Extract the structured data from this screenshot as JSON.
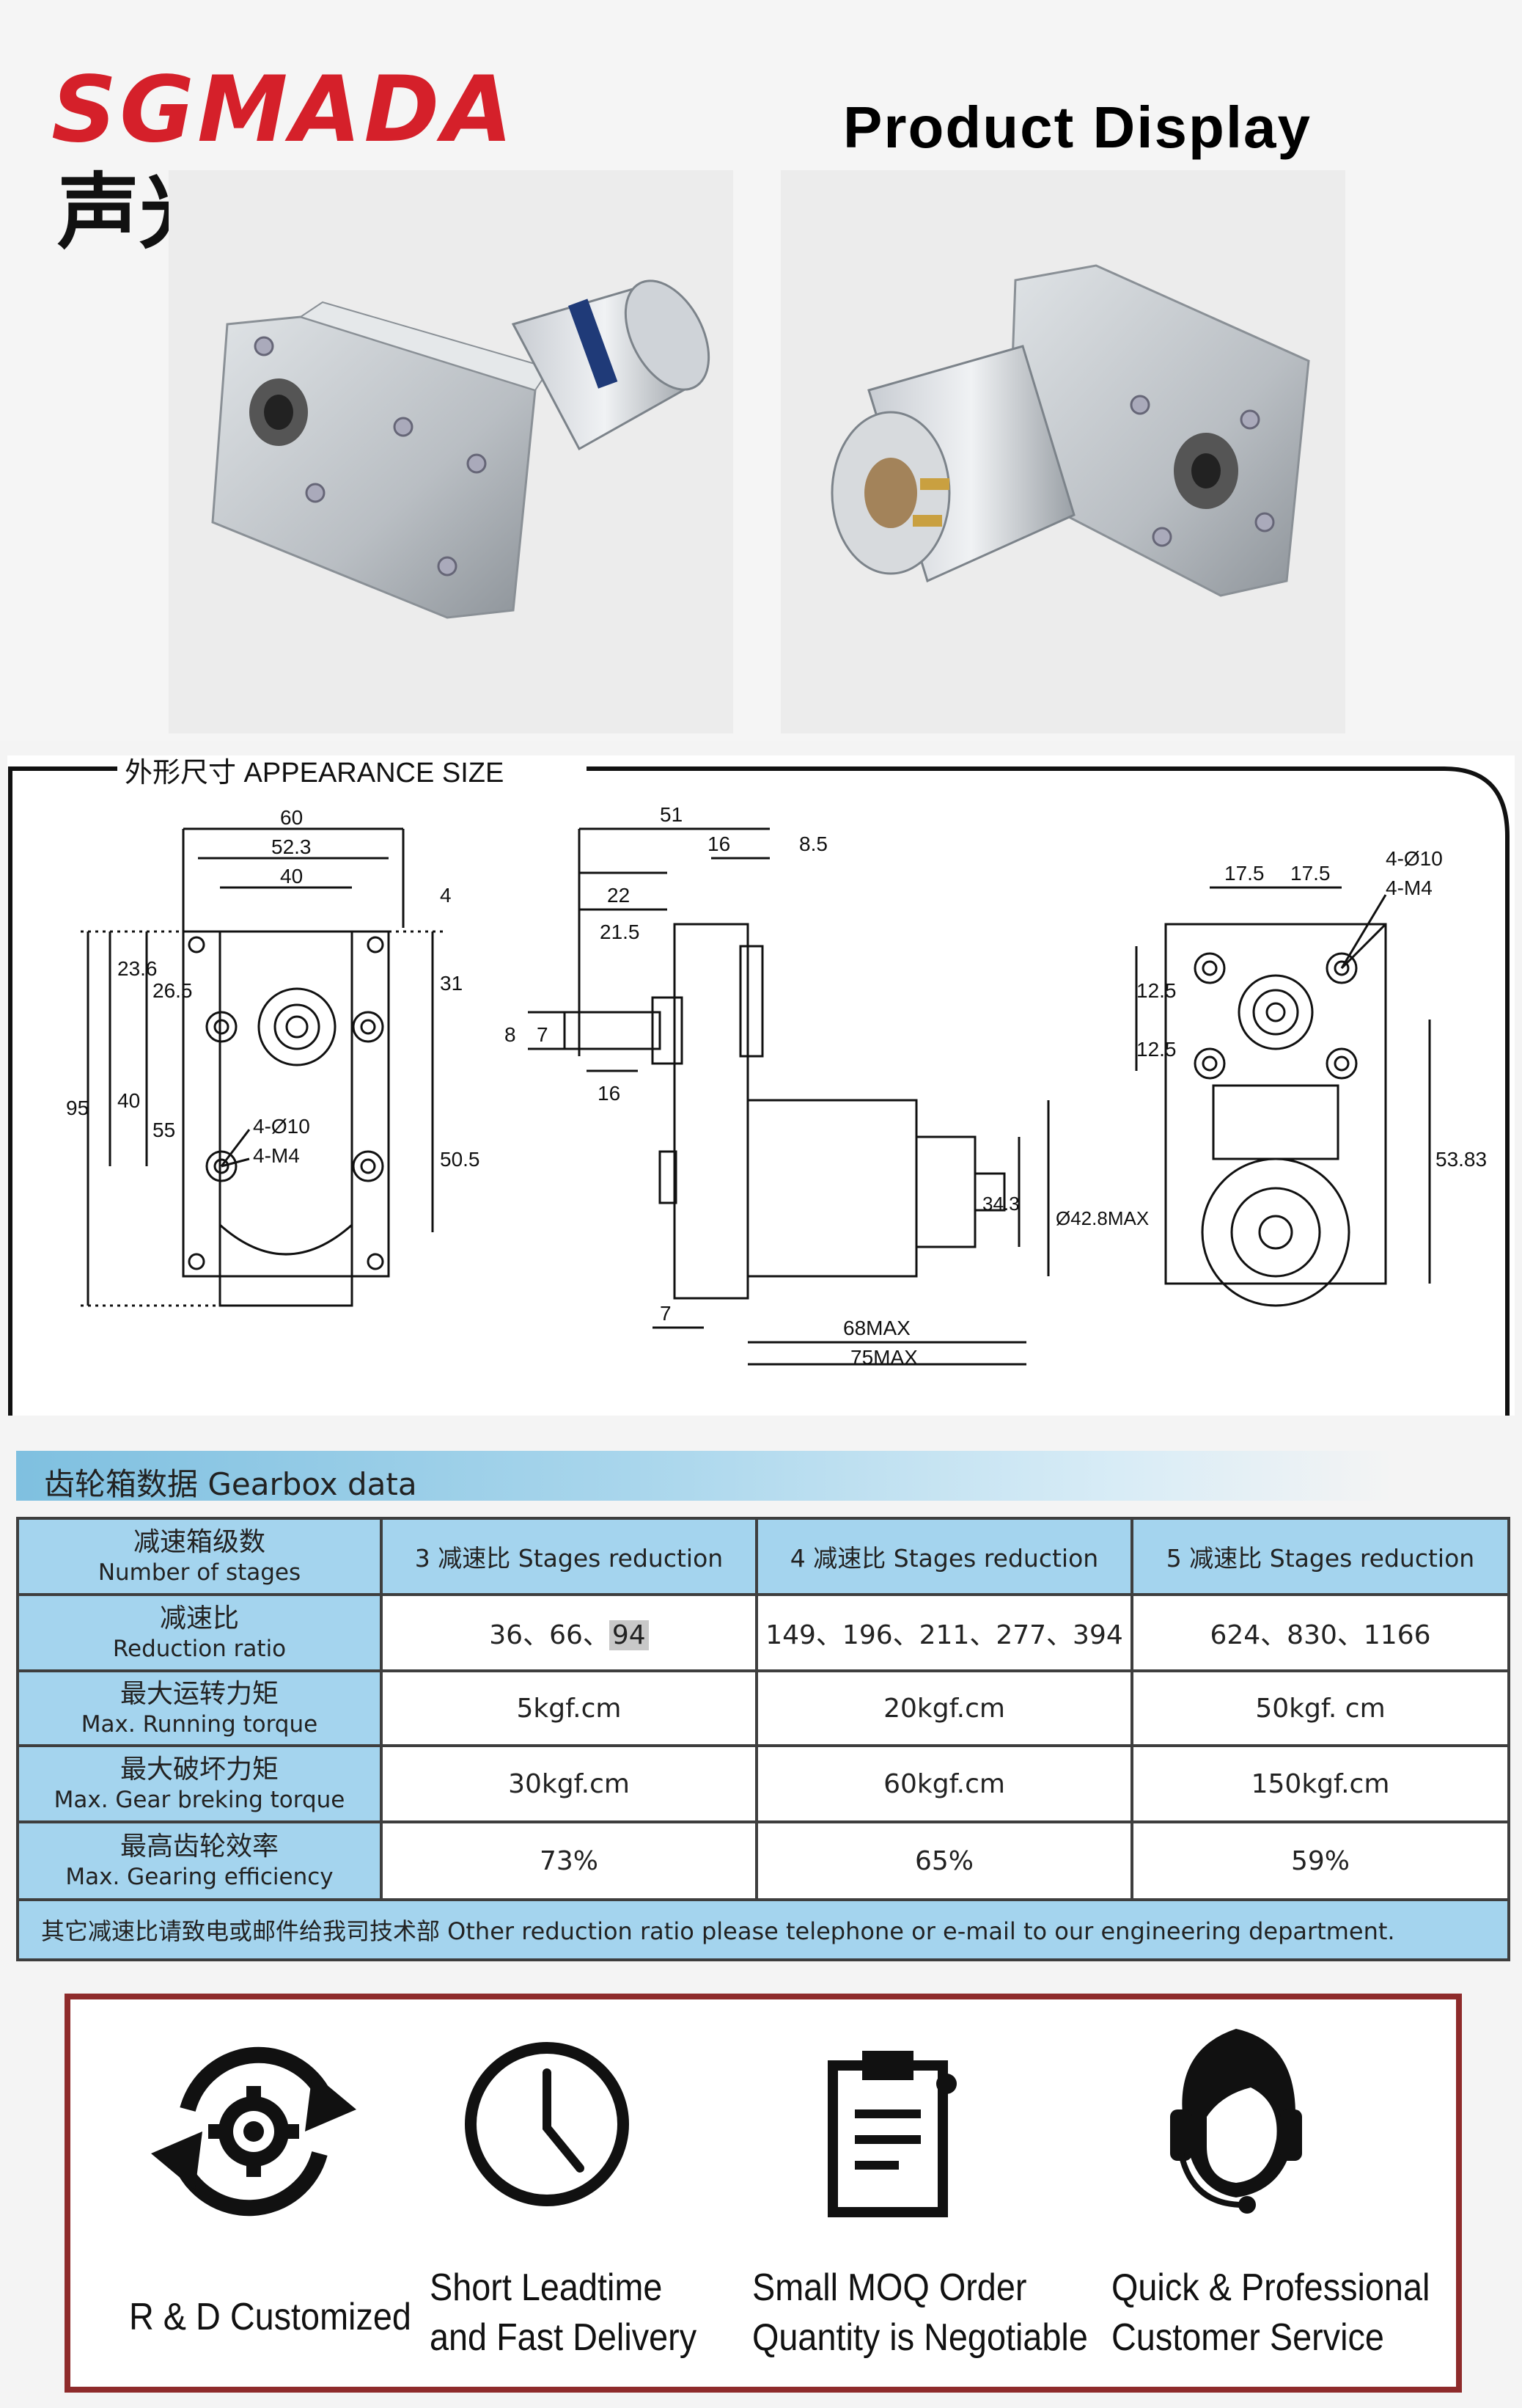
{
  "header": {
    "brand_latin": "SGMADA",
    "brand_cn": "声光",
    "title": "Product  Display"
  },
  "drawing": {
    "title": "外形尺寸 APPEARANCE SIZE",
    "front": {
      "d60": "60",
      "d52_3": "52.3",
      "d40": "40",
      "d4": "4",
      "d23_6": "23.6",
      "d26_5": "26.5",
      "d31": "31",
      "d95": "95",
      "d40v": "40",
      "d55": "55",
      "d50_5": "50.5",
      "hole": "4-Ø10",
      "thread": "4-M4"
    },
    "side": {
      "d51": "51",
      "d16": "16",
      "d8_5": "8.5",
      "d22": "22",
      "d21_5": "21.5",
      "d8": "8",
      "d7": "7",
      "d16b": "16",
      "d34_3": "34.3",
      "d42_8": "Ø42.8MAX",
      "d7b": "7",
      "d68": "68MAX",
      "d75": "75MAX"
    },
    "back": {
      "d17_5a": "17.5",
      "d17_5b": "17.5",
      "hole": "4-Ø10",
      "thread": "4-M4",
      "d12_5a": "12.5",
      "d12_5b": "12.5",
      "d53_83": "53.83"
    }
  },
  "gearbox": {
    "title": "齿轮箱数据 Gearbox data",
    "header": {
      "label_cn": "减速箱级数",
      "label_en": "Number of stages",
      "stages": [
        "3 减速比 Stages reduction",
        "4  减速比 Stages reduction",
        "5 减速比 Stages reduction"
      ]
    },
    "rows": [
      {
        "label_cn": "减速比",
        "label_en": "Reduction ratio",
        "values": [
          "36、66、",
          "149、196、211、277、394",
          "624、830、1166"
        ],
        "highlight": "94"
      },
      {
        "label_cn": "最大运转力矩",
        "label_en": "Max. Running torque",
        "values": [
          "5kgf.cm",
          "20kgf.cm",
          "50kgf. cm"
        ]
      },
      {
        "label_cn": "最大破坏力矩",
        "label_en": "Max. Gear breking torque",
        "values": [
          "30kgf.cm",
          "60kgf.cm",
          "150kgf.cm"
        ]
      },
      {
        "label_cn": "最高齿轮效率",
        "label_en": "Max. Gearing efficiency",
        "values": [
          "73%",
          "65%",
          "59%"
        ]
      }
    ],
    "note": "其它减速比请致电或邮件给我司技术部   Other reduction ratio please telephone or e-mail to our engineering department."
  },
  "services": [
    {
      "icon": "gear-cycle-icon",
      "line1": "R & D Customized",
      "line2": ""
    },
    {
      "icon": "clock-icon",
      "line1": "Short Leadtime",
      "line2": "and Fast Delivery"
    },
    {
      "icon": "clipboard-icon",
      "line1": "Small MOQ Order",
      "line2": "Quantity is Negotiable"
    },
    {
      "icon": "headset-agent-icon",
      "line1": "Quick &  Professional",
      "line2": "Customer Service"
    }
  ]
}
